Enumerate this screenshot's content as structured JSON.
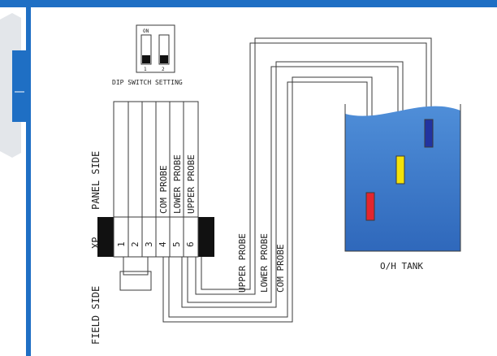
{
  "colors": {
    "frame_blue": "#1f6fc4",
    "tab_gray": "#e3e6ea",
    "line": "#3a3a3a",
    "water_top": "#4f8ed8",
    "water_bottom": "#2f68bb",
    "probe_red": "#e3262d",
    "probe_yellow": "#f3e20a",
    "probe_blue": "#2233a0",
    "block_black": "#111111"
  },
  "dip_switch": {
    "on_label": "ON",
    "switch_1": "1",
    "switch_2": "2",
    "caption": "DIP SWITCH SETTING"
  },
  "connector": {
    "code": "XP",
    "panel_side": "PANEL SIDE",
    "field_side": "FIELD SIDE",
    "terminals": [
      "1",
      "2",
      "3",
      "4",
      "5",
      "6"
    ],
    "panel_wires": [
      "COM PROBE",
      "LOWER PROBE",
      "UPPER PROBE"
    ]
  },
  "field_wires": [
    "UPPER PROBE",
    "LOWER PROBE",
    "COM PROBE"
  ],
  "tank": {
    "label": "O/H TANK"
  },
  "icons": {
    "left_tab": "side-tab-icon"
  }
}
